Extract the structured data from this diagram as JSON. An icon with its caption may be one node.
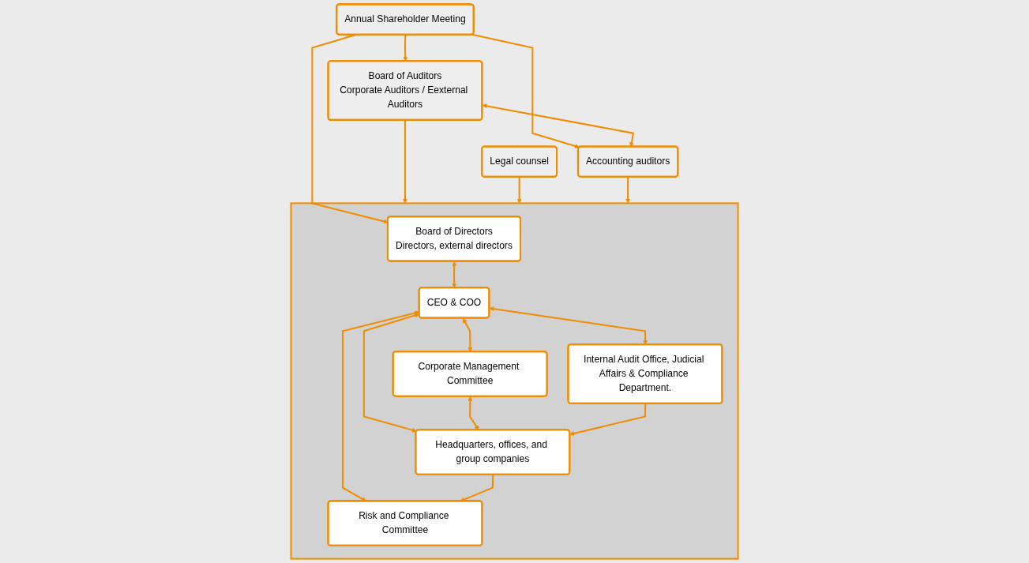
{
  "diagram": {
    "nodes": [
      {
        "text": [
          "Annual Shareholder Meeting"
        ]
      },
      {
        "text": [],
        "shape": "box"
      },
      {
        "text": [
          "Board of Directors",
          "Directors, external directors"
        ],
        "in": 1
      },
      {
        "text": [
          "CEO & COO"
        ],
        "in": 1
      },
      {
        "text": [
          "Risk and Compliance Committee"
        ],
        "in": 1
      },
      {
        "text": [
          "Corporate Management Committee"
        ],
        "in": 1
      },
      {
        "text": [
          "Internal Audit Office, Judicial Affairs & Compliance Department."
        ],
        "in": 1
      },
      {
        "text": [
          "Headquarters, offices, and group companies"
        ],
        "in": 1
      },
      {
        "text": [
          "Board of Auditors",
          "Corporate Auditors / Eexternal Auditors"
        ]
      },
      {
        "text": [
          "Legal counsel"
        ]
      },
      {
        "text": [
          "Accounting auditors"
        ]
      }
    ],
    "edges": [
      {
        "from": 0,
        "to": 2,
        "arrow": "to"
      },
      {
        "from": 0,
        "to": 8,
        "arrow": "to"
      },
      {
        "from": 0,
        "to": 10,
        "arrow": "to"
      },
      {
        "from": 2,
        "to": 3,
        "arrow": "both"
      },
      {
        "from": 3,
        "to": 4,
        "arrow": "both"
      },
      {
        "from": 3,
        "to": 7,
        "arrow": "both"
      },
      {
        "from": 3,
        "to": 5,
        "arrow": "both"
      },
      {
        "from": 3,
        "to": 6,
        "arrow": "both"
      },
      {
        "from": 5,
        "to": 7,
        "arrow": "both"
      },
      {
        "from": 7,
        "to": 4,
        "arrow": "to"
      },
      {
        "from": 6,
        "to": 7,
        "arrow": "to"
      },
      {
        "from": 8,
        "to": 1,
        "arrow": "to"
      },
      {
        "from": 9,
        "to": 1,
        "arrow": "to"
      },
      {
        "from": 10,
        "to": 1,
        "arrow": "to"
      },
      {
        "from": 8,
        "to": 10,
        "arrow": "both"
      }
    ]
  }
}
